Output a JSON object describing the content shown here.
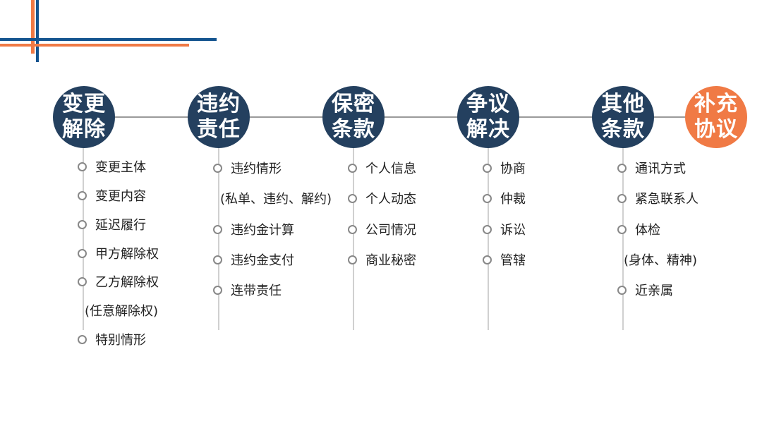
{
  "colors": {
    "navy": "#24405f",
    "orange": "#f07a45",
    "deco_blue": "#14548f",
    "deco_orange": "#f07a45"
  },
  "columns": [
    {
      "title": [
        "变更",
        "解除"
      ],
      "color": "#24405f",
      "items": [
        "变更主体",
        "变更内容",
        "延迟履行",
        "甲方解除权",
        "乙方解除权",
        "特别情形"
      ],
      "notes": [
        "(任意解除权)"
      ]
    },
    {
      "title": [
        "违约",
        "责任"
      ],
      "color": "#24405f",
      "items": [
        "违约情形",
        "违约金计算",
        "违约金支付",
        "连带责任"
      ],
      "notes": [
        "(私单、违约、解约)"
      ]
    },
    {
      "title": [
        "保密",
        "条款"
      ],
      "color": "#24405f",
      "items": [
        "个人信息",
        "个人动态",
        "公司情况",
        "商业秘密"
      ],
      "notes": []
    },
    {
      "title": [
        "争议",
        "解决"
      ],
      "color": "#24405f",
      "items": [
        "协商",
        "仲裁",
        "诉讼",
        "管辖"
      ],
      "notes": []
    },
    {
      "title": [
        "其他",
        "条款"
      ],
      "color": "#24405f",
      "items": [
        "通讯方式",
        "紧急联系人",
        "体检",
        "近亲属"
      ],
      "notes": [
        "(身体、精神)"
      ]
    },
    {
      "title": [
        "补充",
        "协议"
      ],
      "color": "#f07a45",
      "items": [],
      "notes": []
    }
  ]
}
